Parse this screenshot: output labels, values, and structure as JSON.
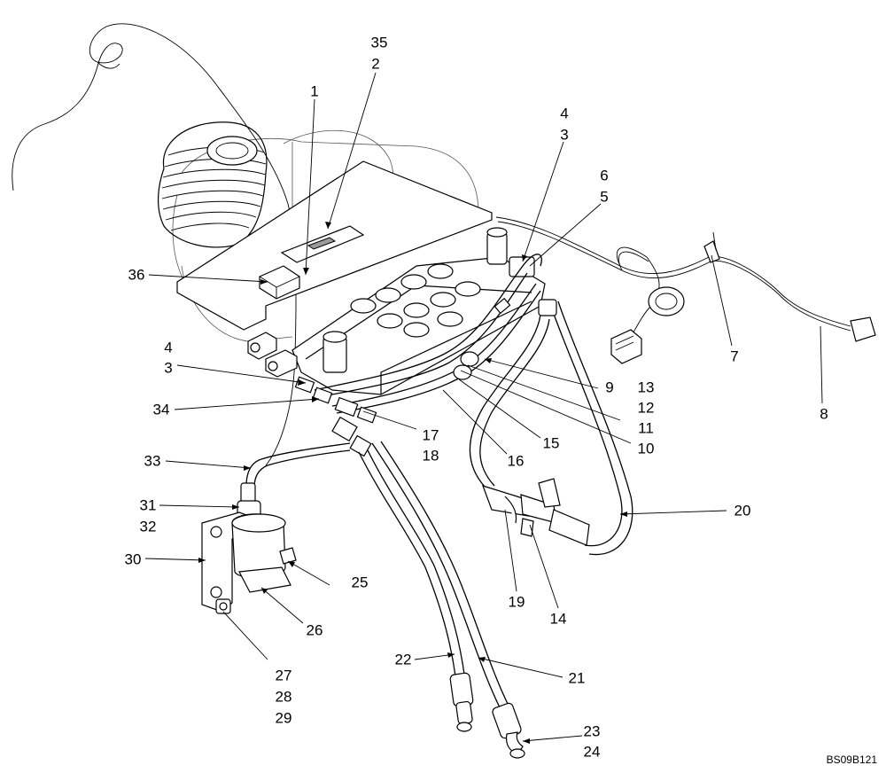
{
  "diagram": {
    "drawing_code": "BS09B121",
    "callouts": [
      {
        "id": "c35",
        "text": "35"
      },
      {
        "id": "c2a",
        "text": "2"
      },
      {
        "id": "c1",
        "text": "1"
      },
      {
        "id": "c4a",
        "text": "4"
      },
      {
        "id": "c3a",
        "text": "3"
      },
      {
        "id": "c6",
        "text": "6"
      },
      {
        "id": "c5",
        "text": "5"
      },
      {
        "id": "c36",
        "text": "36"
      },
      {
        "id": "c4b",
        "text": "4"
      },
      {
        "id": "c3b",
        "text": "3"
      },
      {
        "id": "c34",
        "text": "34"
      },
      {
        "id": "c9",
        "text": "9"
      },
      {
        "id": "c13",
        "text": "13"
      },
      {
        "id": "c12",
        "text": "12"
      },
      {
        "id": "c11",
        "text": "11"
      },
      {
        "id": "c10",
        "text": "10"
      },
      {
        "id": "c15",
        "text": "15"
      },
      {
        "id": "c16",
        "text": "16"
      },
      {
        "id": "c17",
        "text": "17"
      },
      {
        "id": "c18",
        "text": "18"
      },
      {
        "id": "c7",
        "text": "7"
      },
      {
        "id": "c8",
        "text": "8"
      },
      {
        "id": "c33",
        "text": "33"
      },
      {
        "id": "c31",
        "text": "31"
      },
      {
        "id": "c32",
        "text": "32"
      },
      {
        "id": "c30",
        "text": "30"
      },
      {
        "id": "c25",
        "text": "25"
      },
      {
        "id": "c26",
        "text": "26"
      },
      {
        "id": "c27",
        "text": "27"
      },
      {
        "id": "c28",
        "text": "28"
      },
      {
        "id": "c29",
        "text": "29"
      },
      {
        "id": "c20",
        "text": "20"
      },
      {
        "id": "c19",
        "text": "19"
      },
      {
        "id": "c14",
        "text": "14"
      },
      {
        "id": "c22",
        "text": "22"
      },
      {
        "id": "c21",
        "text": "21"
      },
      {
        "id": "c23",
        "text": "23"
      },
      {
        "id": "c24",
        "text": "24"
      }
    ]
  }
}
